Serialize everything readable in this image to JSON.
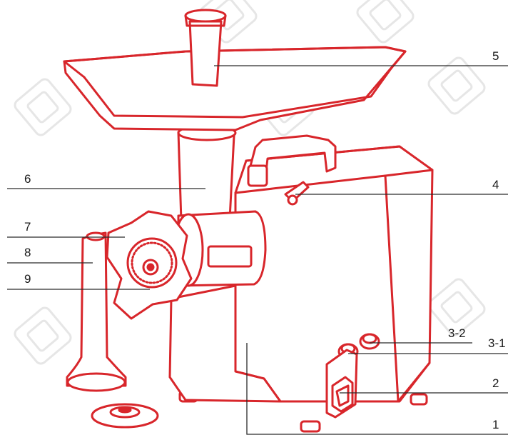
{
  "callouts": {
    "c1": "1",
    "c2": "2",
    "c3_1": "3-1",
    "c3_2": "3-2",
    "c4": "4",
    "c5": "5",
    "c6": "6",
    "c7": "7",
    "c8": "8",
    "c9": "9"
  },
  "colors": {
    "outline": "#d8262b",
    "fill": "#ffffff",
    "leader": "#2a2a2a",
    "watermark": "#e6e6e6"
  }
}
